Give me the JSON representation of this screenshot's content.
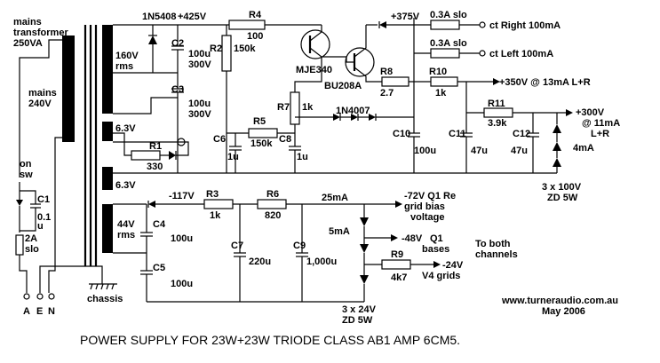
{
  "labels": {
    "transformer": [
      "mains",
      "transformer",
      "250VA"
    ],
    "mains_winding": [
      "mains",
      "240V"
    ],
    "hv_winding": [
      "160V",
      "rms"
    ],
    "heater1": "6.3V",
    "heater2": "6.3V",
    "bias_winding": [
      "44V",
      "rms"
    ],
    "switch": [
      "on",
      "sw"
    ],
    "fuse_main": [
      "2A",
      "slo"
    ],
    "terminals": [
      "A",
      "E",
      "N"
    ],
    "chassis": "chassis",
    "d_bridge": "1N5408",
    "v425": "+425V",
    "r4": [
      "R4",
      "100"
    ],
    "v375": "+375V",
    "fuse_r": "0.3A slo",
    "fuse_l": "0.3A slo",
    "ct_right": "ct Right  100mA",
    "ct_left": "ct Left  100mA",
    "c2": [
      "C2",
      "100u",
      "300V"
    ],
    "c3": [
      "C3",
      "100u",
      "300V"
    ],
    "r2": [
      "R2",
      "150k"
    ],
    "mje": "MJE340",
    "bu": "BU208A",
    "r8": [
      "R8",
      "2.7"
    ],
    "r10": [
      "R10",
      "1k"
    ],
    "v350": "+350V @ 13mA L+R",
    "r7": [
      "R7",
      "1k"
    ],
    "d4007": "1N4007",
    "r5": [
      "R5",
      "150k"
    ],
    "c6": [
      "C6",
      "1u"
    ],
    "c8": [
      "C8",
      "1u"
    ],
    "c10": [
      "C10",
      "100u"
    ],
    "c11": [
      "C11",
      "47u"
    ],
    "r11": [
      "R11",
      "3.9k"
    ],
    "c12": [
      "C12",
      "47u"
    ],
    "v300": [
      "+300V",
      "@ 11mA",
      "L+R"
    ],
    "ma4": "4mA",
    "zd100": [
      "3 x 100V",
      "ZD 5W"
    ],
    "r1": [
      "R1",
      "330"
    ],
    "v117": "-117V",
    "r3": [
      "R3",
      "1k"
    ],
    "r6": [
      "R6",
      "820"
    ],
    "ma25": "25mA",
    "v72": [
      "-72V  Q1 Re",
      "grid bias",
      "voltage"
    ],
    "c4": [
      "C4",
      "100u"
    ],
    "c5": [
      "C5",
      "100u"
    ],
    "c7": [
      "C7",
      "220u"
    ],
    "c9": [
      "C9",
      "1,000u"
    ],
    "ma5": "5mA",
    "v48": [
      "-48V",
      "Q1",
      "bases"
    ],
    "r9": [
      "R9",
      "4k7"
    ],
    "v24": [
      "-24V",
      "V4 grids"
    ],
    "zd24": [
      "3 x 24V",
      "ZD 5W"
    ],
    "both": [
      "To both",
      "channels"
    ],
    "c1": [
      "C1",
      "0.1",
      "u"
    ],
    "website": "www.turneraudio.com.au",
    "date": "May 2006",
    "title": "POWER SUPPLY FOR  23W+23W TRIODE CLASS AB1 AMP 6CM5."
  }
}
